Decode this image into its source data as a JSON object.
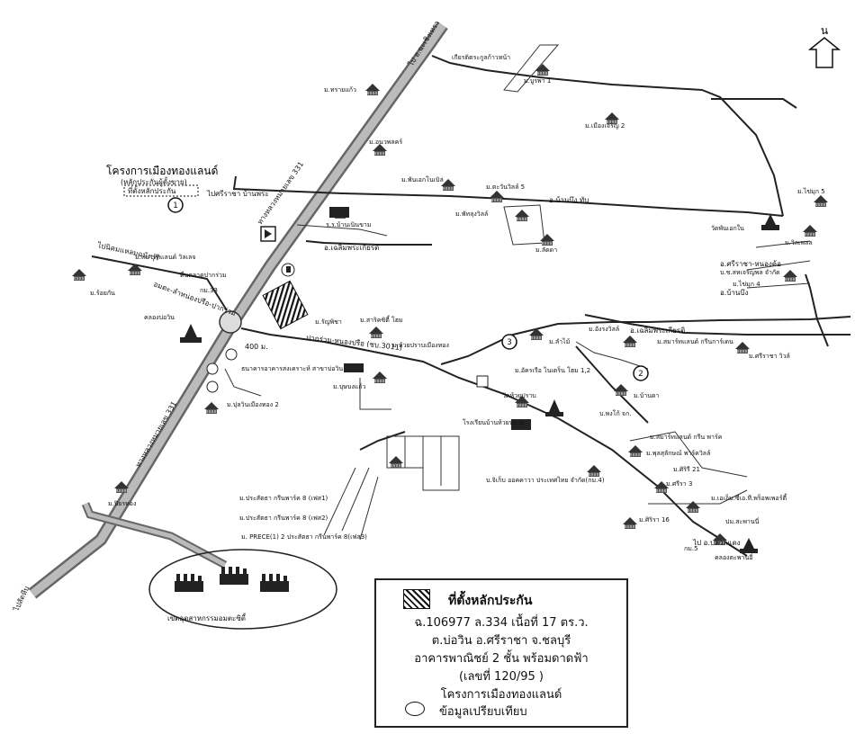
{
  "north": {
    "label": "น"
  },
  "project": {
    "title": "โครงการเมืองทองแลนด์",
    "subtitle": "(หลักประกันผู้ตั้งขาย)",
    "box": "ที่ตั้งหลักประกัน"
  },
  "roads": {
    "to_chachoengsao": "ไป อ.ฉะเชิงเทรา",
    "hw331_top": "ทางหลวงหมายเลข 331",
    "hw331_bottom": "ทางหลวงหมายเลข 331",
    "to_sattahip": "ไปสัตหีบ",
    "to_laem_chabang": "ไปนิคมแหลมฉบังบุรี",
    "to_sriracha": "ไปศรีราชา บ้านพระ",
    "amnuay": "อมตะ-ลำหน่องปรือ-ปากร่วม",
    "klong": "ปากร่วม-หนองปรือ (ชบ.3011)",
    "ban_bueng": "อ.บ้านบึง ทับ",
    "chaloem1": "อ.เฉลิมพระเกียรติ",
    "chaloem2": "อ.เฉลิมพระเกียรติ",
    "ban_bueng2": "อ.บ้านบึง",
    "sriracha_nongkham": "อ.ศรีราชา-หนองค้อ",
    "pluak_daeng": "ไป อ.ปลวกแดง",
    "distance": "400 ม."
  },
  "places": [
    {
      "label": "เกียรติตระกูลก้าวหน้า"
    },
    {
      "label": "ม.บูรพา 1"
    },
    {
      "label": "ม.ทรายแก้ว"
    },
    {
      "label": "ม.เมืองเจริญ 2"
    },
    {
      "label": "ม.อนวพลคร์"
    },
    {
      "label": "ม.พันเอกโนเบิล่"
    },
    {
      "label": "ม.ตะวันวิลล์ 5"
    },
    {
      "label": "ม.พัทลุงวิลล์"
    },
    {
      "label": "ร.ร.บ้านเนินขาม"
    },
    {
      "label": "ม.ลัดดา"
    },
    {
      "label": "ม.ไข่มุก 5"
    },
    {
      "label": "วัดพันเอกใน"
    },
    {
      "label": "ม.วิลเพลล"
    },
    {
      "label": "บ.ช.สหเจริญพล จำกัด"
    },
    {
      "label": "ม.ไข่มุก 4"
    },
    {
      "label": "ม.สมาร์ทแลนด์ วิลเลจ"
    },
    {
      "label": "ม.ร้อยกัน"
    },
    {
      "label": "ตื่นตลาดปากร่วม"
    },
    {
      "label": "กม.33"
    },
    {
      "label": "คลองบ่อวิน"
    },
    {
      "label": "ม.รัญพิชา"
    },
    {
      "label": "ม.สาริคซิตี้ โฮม"
    },
    {
      "label": "ม.ห้วยปราบเมืองทอง"
    },
    {
      "label": "ม.ลำไม้"
    },
    {
      "label": "ม.อังรงวิลล์"
    },
    {
      "label": "ม.สมาร์ทแลนด์ กรีนการ์เดน"
    },
    {
      "label": "ม.ศรีราชา วิวล์"
    },
    {
      "label": "ม.อัครเรือ ไนเดร็น โฮม 1,2"
    },
    {
      "label": "ธนาคารอาคารสงเคราะห์ สาขาบ่อวิน"
    },
    {
      "label": "ม.บุษบงแก้ว"
    },
    {
      "label": "ม.ปุลวินเมืองทอง 2"
    },
    {
      "label": "วัดห้วยปราบ"
    },
    {
      "label": "ม.บ้านดา"
    },
    {
      "label": "บ.พงโก้ จก."
    },
    {
      "label": "โรงเรียนบ้านห้วยปราบ"
    },
    {
      "label": "ม.สมาร์ทแลนด์ กรีน พาร์ค"
    },
    {
      "label": "ม.พุลสุลักษณ์ พาร์ควิลล์"
    },
    {
      "label": "ม.ศิริรี 21"
    },
    {
      "label": "บ.จิเก็บ ออคคาวา ประเทศไทย จำกัด(กม.4)"
    },
    {
      "label": "ม.ศรีรา 3"
    },
    {
      "label": "ม.เอเอ็ม.ซีเอ.ที.พร็อพเพอร์ตี้"
    },
    {
      "label": "ม.ปิยรทอง"
    },
    {
      "label": "ม.ศิริรา 16"
    },
    {
      "label": "ปม.สะพานนี่"
    },
    {
      "label": "กม.5"
    },
    {
      "label": "คลองตะพานอี่"
    },
    {
      "label": "ม.ประสัตธา กรีนพาร์ค 8 (เฟส1)"
    },
    {
      "label": "ม.ประสัตธา กรีนพาร์ค 8 (เฟส2)"
    },
    {
      "label": "ม. PRECE(1) 2 ประสัตธา กรีนพาร์ค 8(เฟส3)"
    },
    {
      "label": "เขตอุตสาหกรรมอมตะซิตี้"
    }
  ],
  "markers": [
    "1",
    "2",
    "3"
  ],
  "legend": {
    "title": "ที่ตั้งหลักประกัน",
    "line1": "ฉ.106977 ล.334 เนื้อที่ 17 ตร.ว.",
    "line2": "ต.บ่อวิน อ.ศรีราชา จ.ชลบุรี",
    "line3": "อาคารพาณิชย์ 2 ชั้น พร้อมดาดฟ้า",
    "line4": "(เลขที่ 120/95 )",
    "line5": "โครงการเมืองทองแลนด์",
    "line6": "ข้อมูลเปรียบเทียบ"
  }
}
